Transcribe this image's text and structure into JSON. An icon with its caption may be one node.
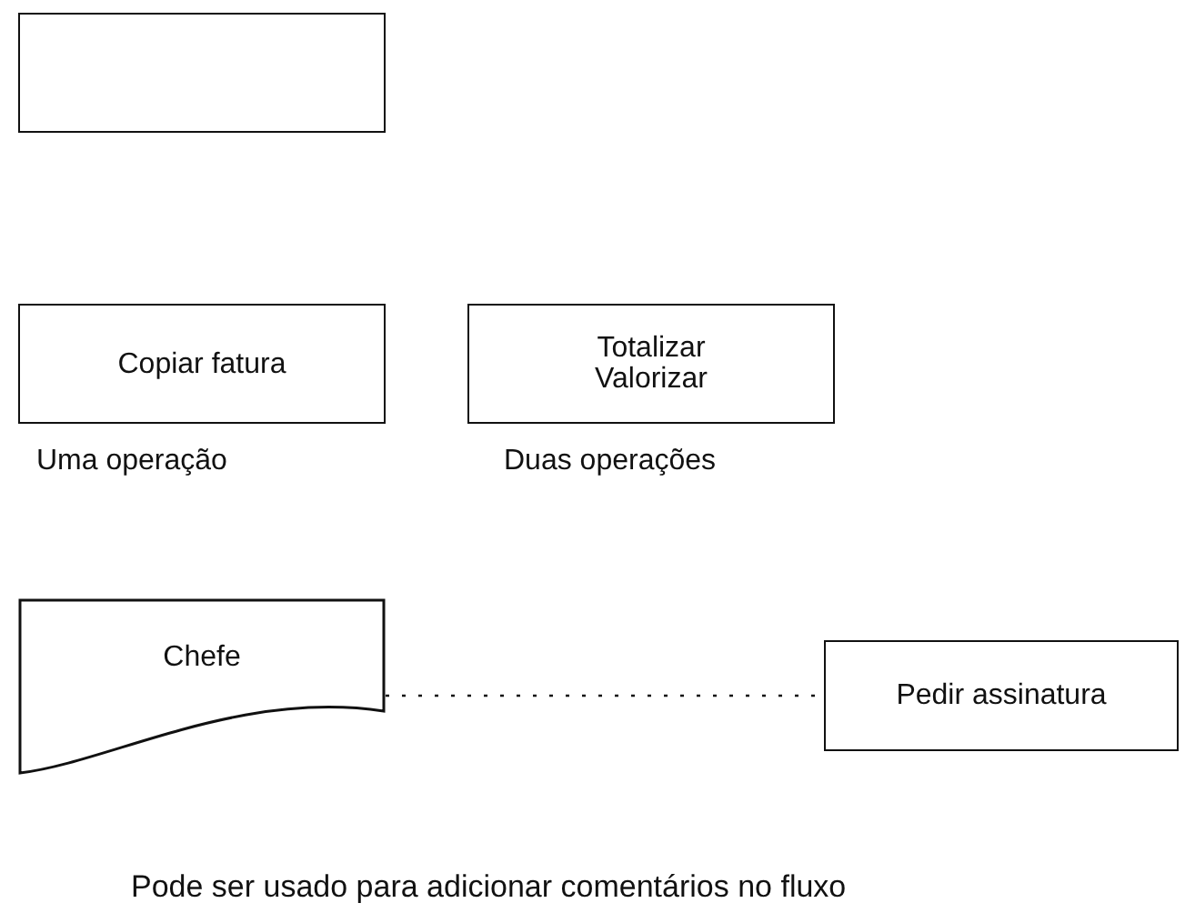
{
  "diagram": {
    "nodes": [
      {
        "text": [],
        "shape": "box"
      },
      {
        "text": [
          "Copiar fatura"
        ],
        "beside": [
          "Uma operação"
        ]
      },
      {
        "text": [
          "Totalizar",
          "Valorizar"
        ],
        "beside": [
          "Duas operações"
        ]
      },
      {
        "text": [
          "Chefe"
        ]
      },
      {
        "text": [
          "Pedir assinatura"
        ]
      }
    ],
    "edges": [
      {
        "from": 3,
        "to": 4,
        "arrow": "none",
        "style": "dashed"
      }
    ],
    "labels": [
      "Pode ser usado para adicionar comentários no fluxo"
    ]
  }
}
